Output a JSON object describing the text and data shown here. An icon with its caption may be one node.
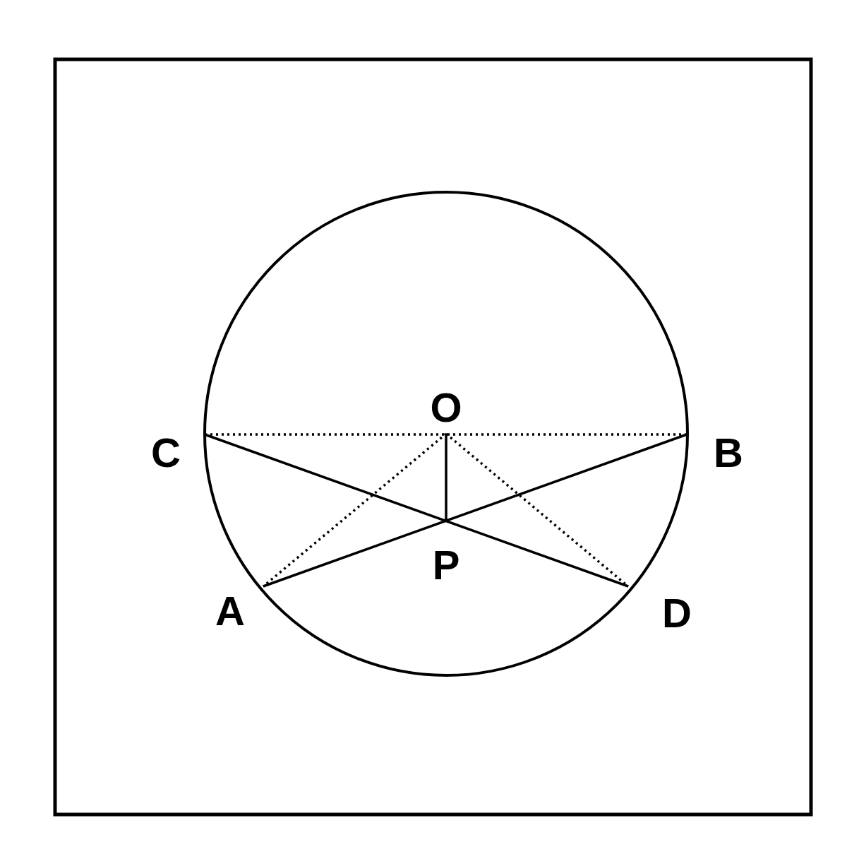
{
  "diagram": {
    "nodes": [
      {
        "text": [
          "O"
        ]
      },
      {
        "text": [
          "C"
        ]
      },
      {
        "text": [
          "B"
        ]
      },
      {
        "text": [
          "P"
        ]
      },
      {
        "text": [
          "A"
        ]
      },
      {
        "text": [
          "D"
        ]
      }
    ],
    "edges": [
      {
        "from": 1,
        "to": 2,
        "arrow": "none",
        "style": "dashed"
      },
      {
        "from": 1,
        "to": 5,
        "arrow": "none"
      },
      {
        "from": 4,
        "to": 2,
        "arrow": "none"
      },
      {
        "from": 0,
        "to": 4,
        "arrow": "none",
        "style": "dashed"
      },
      {
        "from": 0,
        "to": 5,
        "arrow": "none",
        "style": "dashed"
      },
      {
        "from": 0,
        "to": 3,
        "arrow": "none"
      }
    ]
  }
}
